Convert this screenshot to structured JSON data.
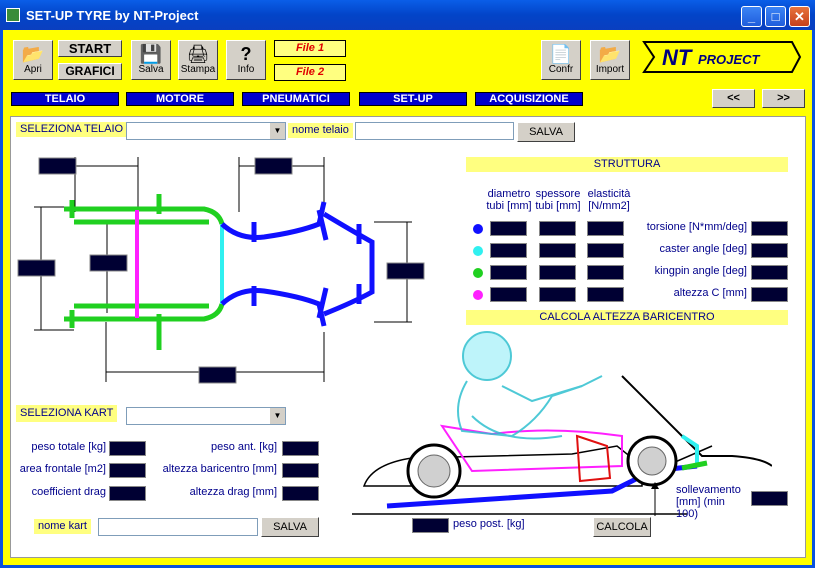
{
  "window": {
    "title": "SET-UP TYRE by NT-Project"
  },
  "toolbar": {
    "open": "Apri",
    "start": "START",
    "graphs": "GRAFICI",
    "save": "Salva",
    "print": "Stampa",
    "info": "Info",
    "file1": "File 1",
    "file2": "File 2",
    "compare": "Confr",
    "import": "Import",
    "logo_nt": "NT",
    "logo_project": "PROJECT",
    "prev": "<<",
    "next": ">>"
  },
  "tabs": [
    "TELAIO",
    "MOTORE",
    "PNEUMATICI",
    "SET-UP",
    "ACQUISIZIONE"
  ],
  "frame": {
    "select_label": "SELEZIONA TELAIO",
    "name_label": "nome telaio",
    "save": "SALVA"
  },
  "structure": {
    "title": "STRUTTURA",
    "col_diam": "diametro tubi [mm]",
    "col_thick": "spessore tubi [mm]",
    "col_elast": "elasticità [N/mm2]",
    "torsion": "torsione [N*mm/deg]",
    "caster": "caster angle [deg]",
    "kingpin": "kingpin angle [deg]",
    "height_c": "altezza C [mm]",
    "calc_title": "CALCOLA ALTEZZA BARICENTRO",
    "row_colors": [
      "#1010ff",
      "#30f0f0",
      "#20d020",
      "#ff20ff"
    ]
  },
  "kart": {
    "select_label": "SELEZIONA KART",
    "total_weight": "peso totale [kg]",
    "front_area": "area frontale [m2]",
    "drag_coef": "coefficient drag",
    "front_weight": "peso ant. [kg]",
    "cg_height": "altezza baricentro [mm]",
    "drag_height": "altezza drag [mm]",
    "name_label": "nome kart",
    "save": "SALVA",
    "rear_weight": "peso post. [kg]",
    "lift": "sollevamento [mm] (min 100)",
    "calc": "CALCOLA"
  }
}
